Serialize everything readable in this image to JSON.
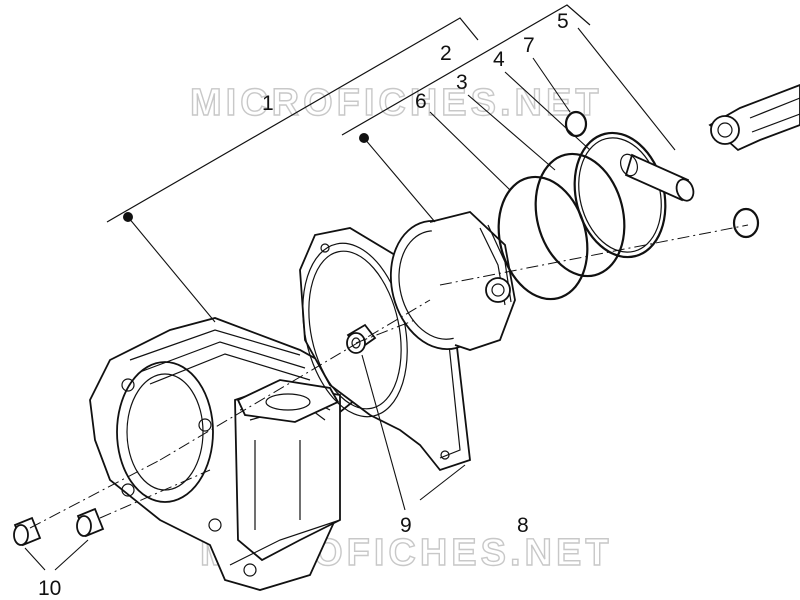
{
  "watermark": {
    "text": "MICROFICHES.NET"
  },
  "callouts": {
    "c1": "1",
    "c2": "2",
    "c3": "3",
    "c4": "4",
    "c5": "5",
    "c6": "6",
    "c7": "7",
    "c8": "8",
    "c9": "9",
    "c10": "10"
  }
}
